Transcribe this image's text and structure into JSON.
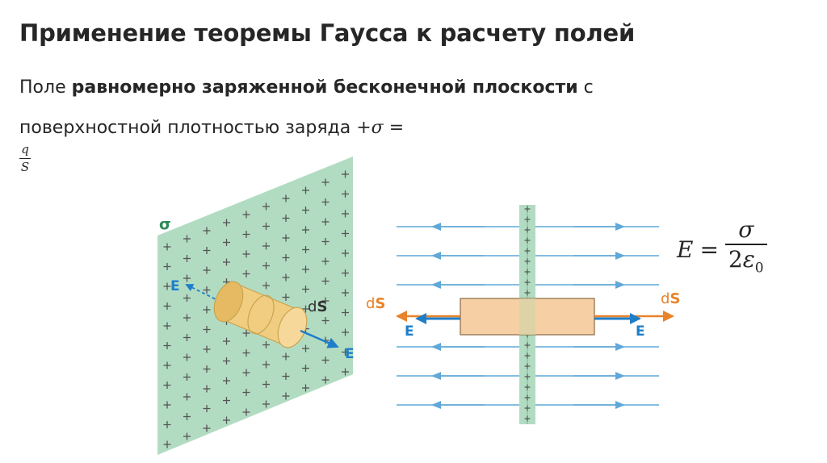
{
  "title": "Применение теоремы Гаусса к расчету полей",
  "text": {
    "prefix": "Поле ",
    "bold1": "равномерно заряженной бесконечной плоскости",
    "middle": " с поверхностной плотностью заряда ",
    "sigma_expr": "+σ =",
    "frac_num": "q",
    "frac_den": "S"
  },
  "figure_left": {
    "sigma_label": "σ",
    "ds_label": "dS",
    "e_label_1": "E",
    "e_label_2": "E",
    "plate_color": "#b2dcc2",
    "cylinder_color": "#f0cd80",
    "arrow_color": "#1f7ec8"
  },
  "figure_right": {
    "ds_left": "dS",
    "ds_right": "dS",
    "e_left": "E",
    "e_right": "E",
    "field_line_color": "#5fa8d8",
    "ds_arrow_color": "#e8832a",
    "box_color": "#f6cfa4"
  },
  "formula": {
    "lhs": "E",
    "equals": "=",
    "numerator": "σ",
    "den_coef": "2",
    "den_symbol": "ε",
    "den_sub": "0"
  }
}
